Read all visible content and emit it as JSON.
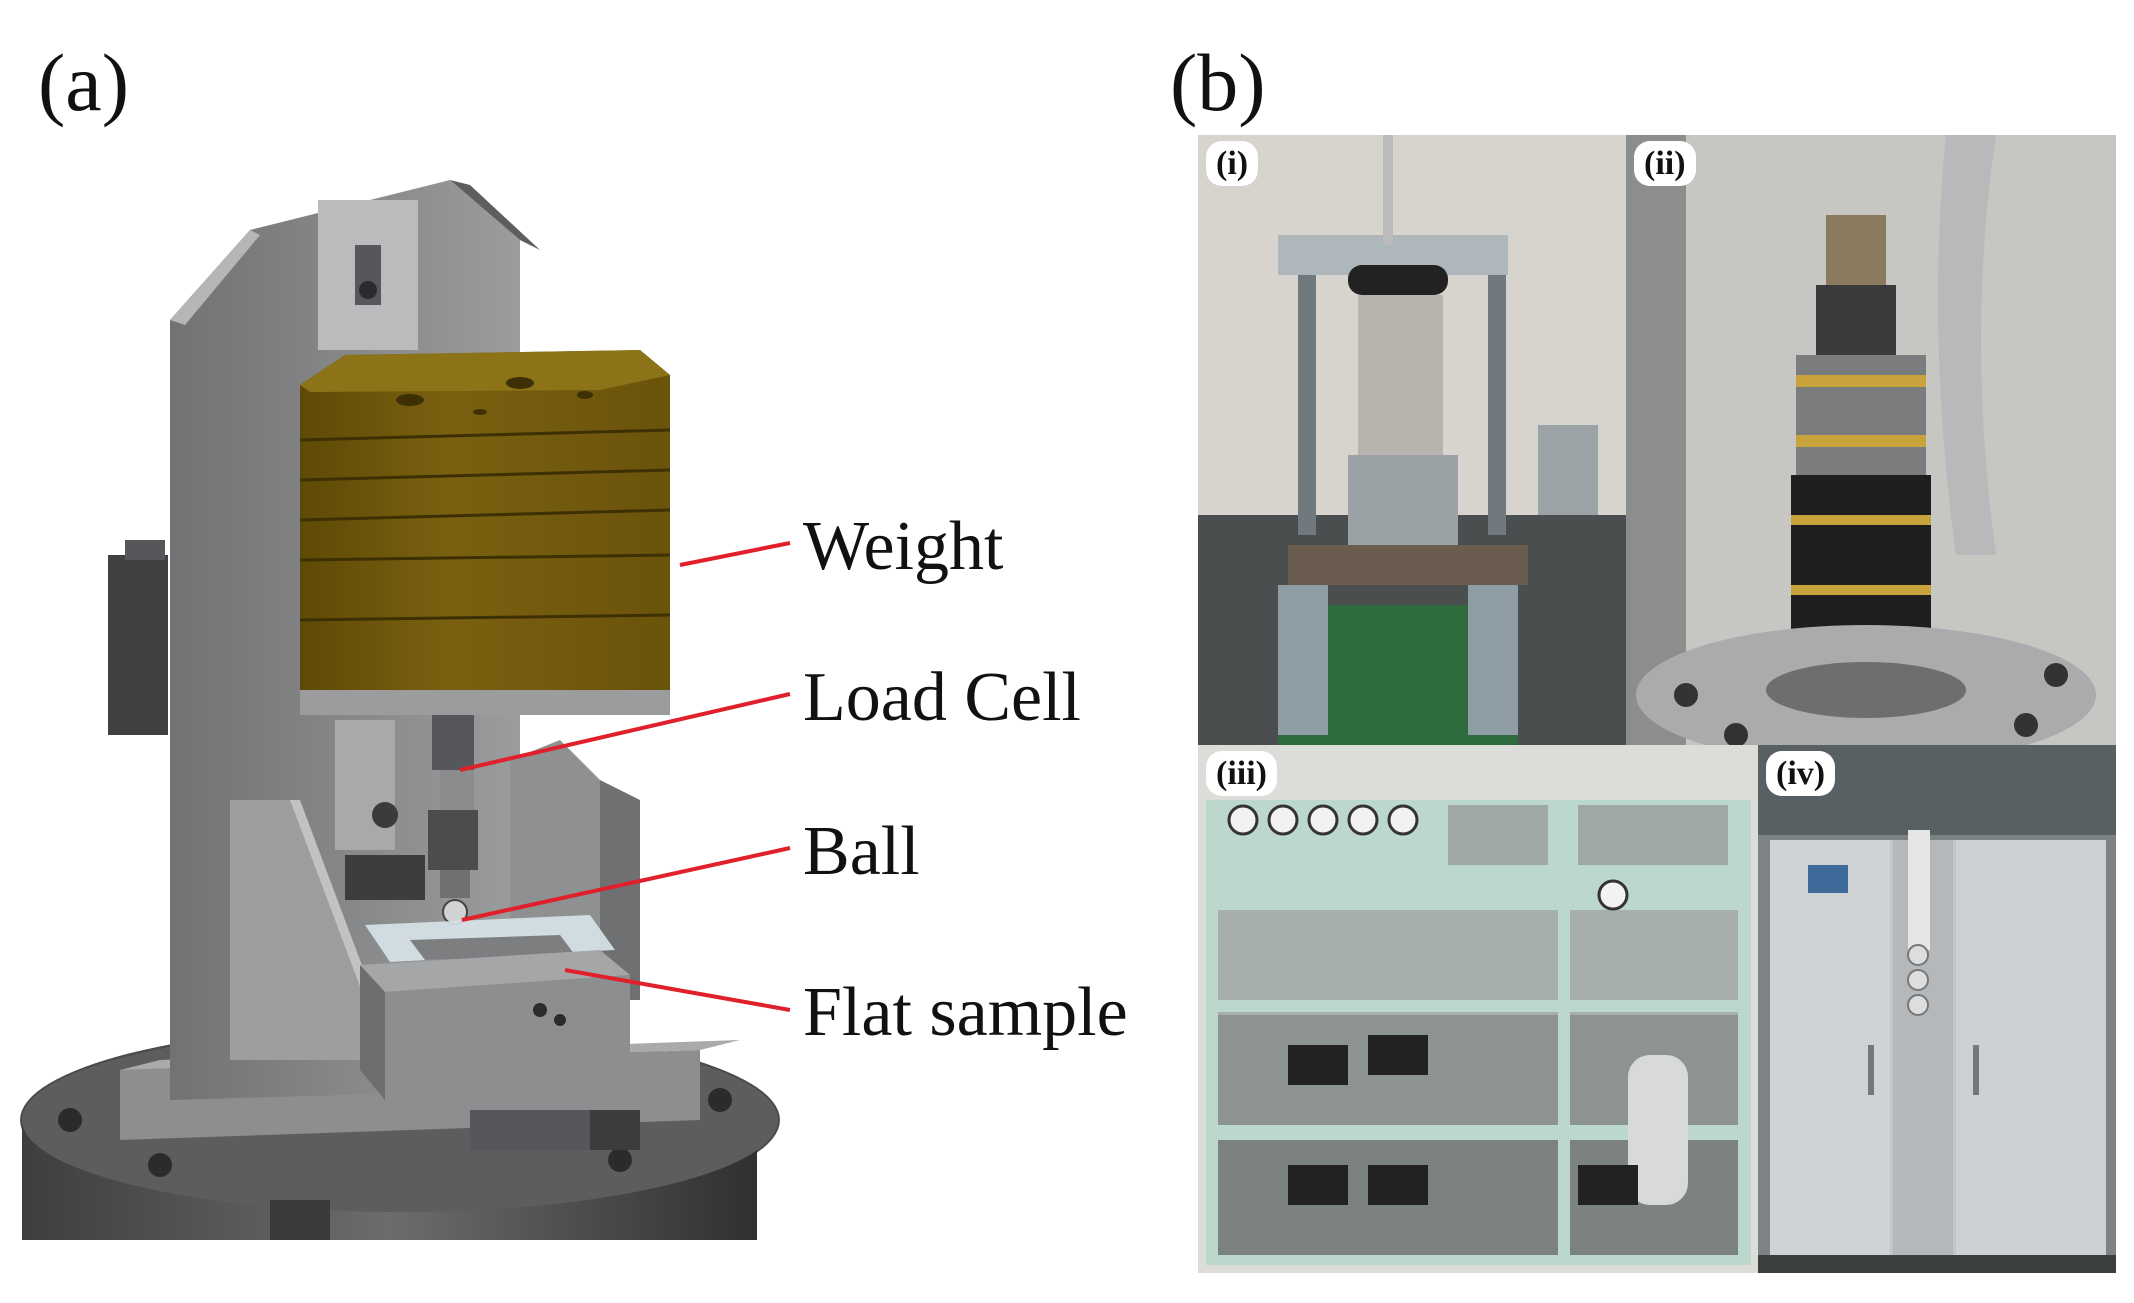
{
  "panel_a": {
    "label": "(a)",
    "callouts": {
      "weight": "Weight",
      "load_cell": "Load Cell",
      "ball": "Ball",
      "flat_sample": "Flat sample"
    },
    "colors": {
      "leader": "#e0202a",
      "weight_block": "#7a5f08",
      "frame": "#8a8c8e"
    }
  },
  "panel_b": {
    "label": "(b)",
    "photos": [
      {
        "label": "(i)"
      },
      {
        "label": "(ii)"
      },
      {
        "label": "(iii)"
      },
      {
        "label": "(iv)"
      }
    ]
  }
}
